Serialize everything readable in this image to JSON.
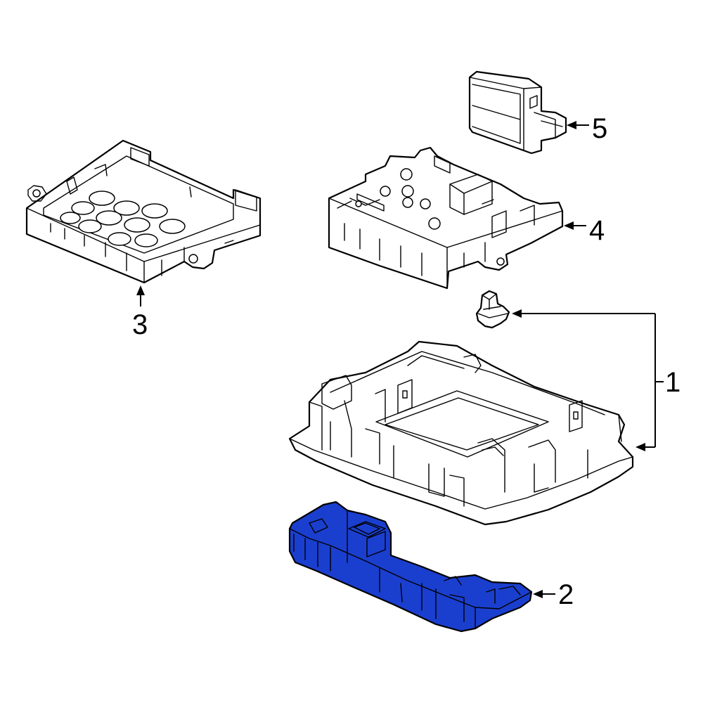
{
  "callouts": {
    "c1": "1",
    "c2": "2",
    "c3": "3",
    "c4": "4",
    "c5": "5"
  },
  "colors": {
    "highlight": "#1a3fcf",
    "line": "#000000",
    "background": "#ffffff"
  }
}
